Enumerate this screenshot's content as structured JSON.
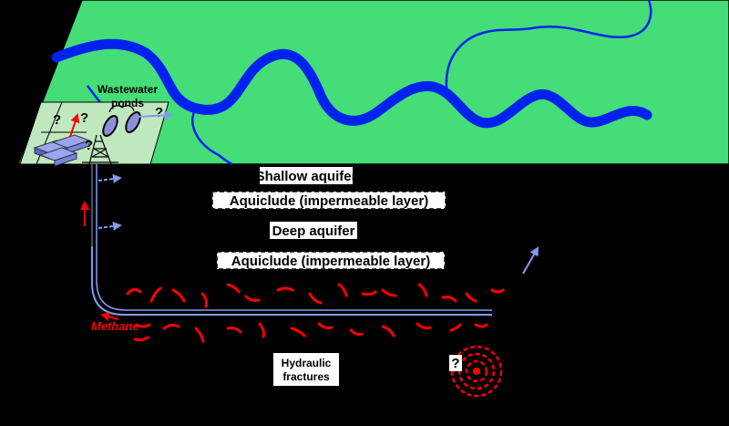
{
  "labels": {
    "wastewater_line1": "Wastewater",
    "wastewater_line2": "ponds",
    "shallow_aquifer": "Shallow aquifer",
    "aquiclude_top": "Aquiclude (impermeable layer)",
    "deep_aquifer": "Deep aquifer",
    "aquiclude_bottom": "Aquiclude (impermeable layer)",
    "methane": "Methane",
    "hydraulic_line1": "Hydraulic",
    "hydraulic_line2": "fractures",
    "question_mark": "?"
  },
  "colors": {
    "ground": "#44dd77",
    "river": "#0022ee",
    "background": "#000000",
    "methane_red": "#ff0000",
    "fluid_arrow": "#8899ee",
    "well_pad": "#bfe8bf",
    "pond": "#8a8fd8"
  }
}
